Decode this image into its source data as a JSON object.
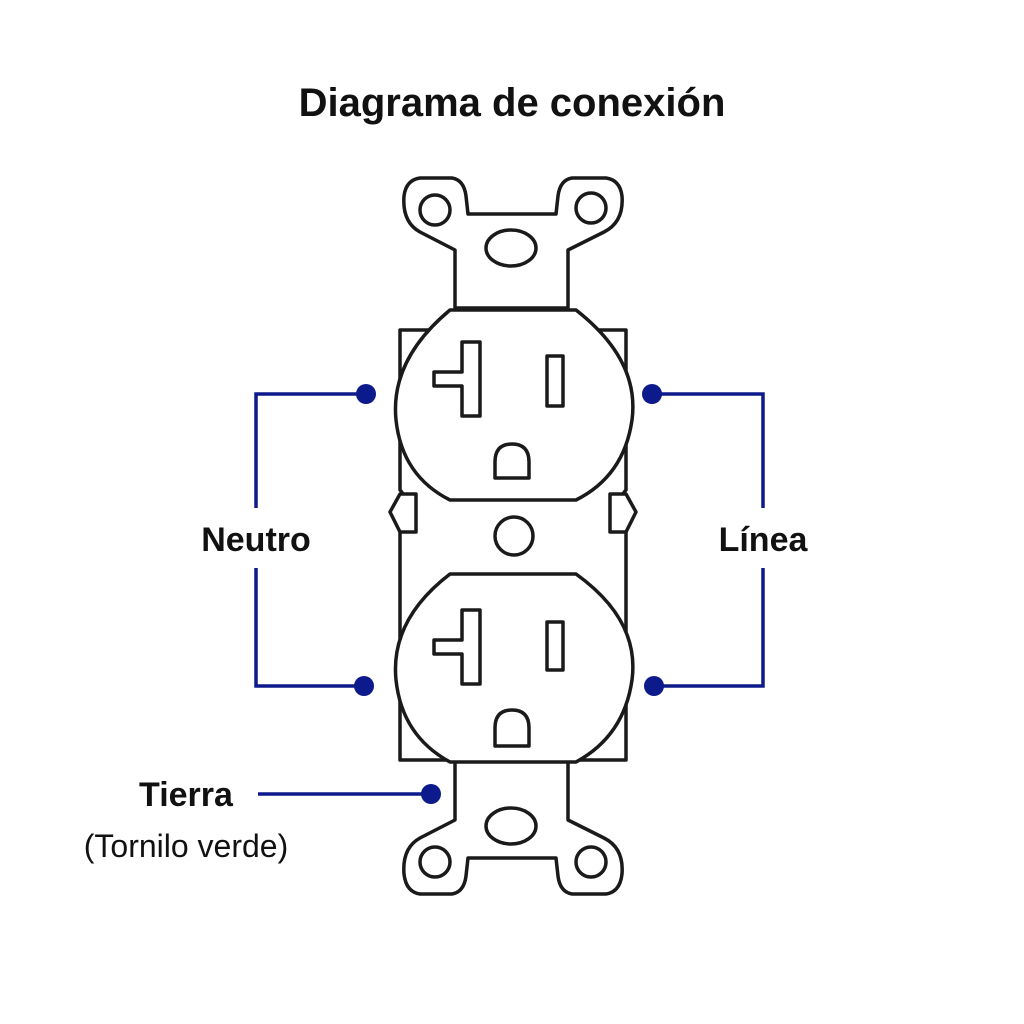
{
  "title": "Diagrama de conexión",
  "labels": {
    "neutral": "Neutro",
    "line": "Línea",
    "ground": "Tierra",
    "ground_note": "(Tornilo verde)"
  },
  "colors": {
    "wire": "#0d1a8c",
    "outline": "#1a1a1a",
    "text": "#111111",
    "background": "#ffffff"
  }
}
